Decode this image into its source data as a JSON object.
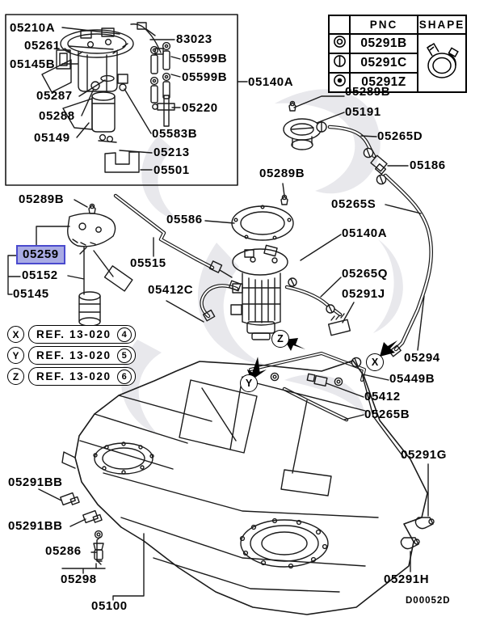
{
  "diagram": {
    "code": "D00052D",
    "markers": [
      "X",
      "Y",
      "Z"
    ],
    "highlight_color": "#a9abe4",
    "highlight_border": "#4a4ace",
    "line_color": "#1a1a1a",
    "watermark_color": "#e7e7ea"
  },
  "table": {
    "headers": [
      "PNC",
      "SHAPE"
    ],
    "rows": [
      {
        "symbol": "double-circle",
        "pnc": "05291B"
      },
      {
        "symbol": "circle-vertical-bar",
        "pnc": "05291C"
      },
      {
        "symbol": "circle-filled-dot",
        "pnc": "05291Z"
      }
    ],
    "shape_note": "hose-clamp-drawing"
  },
  "refs": [
    {
      "marker": "X",
      "text": "REF. 13-020",
      "number": "4"
    },
    {
      "marker": "Y",
      "text": "REF. 13-020",
      "number": "5"
    },
    {
      "marker": "Z",
      "text": "REF. 13-020",
      "number": "6"
    }
  ],
  "labels": [
    {
      "text": "05210A"
    },
    {
      "text": "05261"
    },
    {
      "text": "05145B"
    },
    {
      "text": "83023"
    },
    {
      "text": "05599B"
    },
    {
      "text": "05599B"
    },
    {
      "text": "05287"
    },
    {
      "text": "05220"
    },
    {
      "text": "05288"
    },
    {
      "text": "05149"
    },
    {
      "text": "05583B"
    },
    {
      "text": "05213"
    },
    {
      "text": "05501"
    },
    {
      "text": "05140A"
    },
    {
      "text": "05289B"
    },
    {
      "text": "05191"
    },
    {
      "text": "05265D"
    },
    {
      "text": "05186"
    },
    {
      "text": "05265S"
    },
    {
      "text": "05289B"
    },
    {
      "text": "05586"
    },
    {
      "text": "05289B"
    },
    {
      "text": "05259",
      "highlighted": true
    },
    {
      "text": "05152"
    },
    {
      "text": "05145"
    },
    {
      "text": "05515"
    },
    {
      "text": "05412C"
    },
    {
      "text": "05140A"
    },
    {
      "text": "05265Q"
    },
    {
      "text": "05291J"
    },
    {
      "text": "05294"
    },
    {
      "text": "05449B"
    },
    {
      "text": "05412"
    },
    {
      "text": "05265B"
    },
    {
      "text": "05291G"
    },
    {
      "text": "05291BB"
    },
    {
      "text": "05291BB"
    },
    {
      "text": "05286"
    },
    {
      "text": "05298"
    },
    {
      "text": "05100"
    },
    {
      "text": "05291H"
    }
  ]
}
